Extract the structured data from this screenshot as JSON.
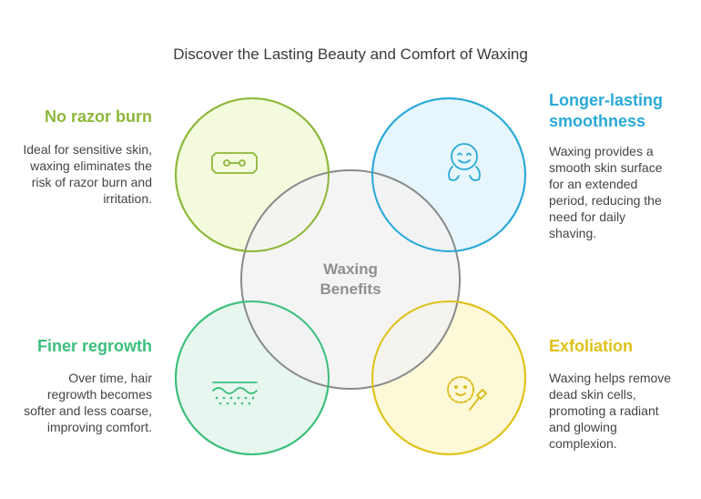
{
  "title": "Discover the Lasting Beauty and Comfort of Waxing",
  "center": {
    "label_line1": "Waxing",
    "label_line2": "Benefits"
  },
  "items": [
    {
      "heading": "No razor burn",
      "description": "Ideal for sensitive skin, waxing eliminates the risk of razor burn and irritation.",
      "icon": "razor-blade-icon",
      "color": "#8cb83a",
      "fill": "#f3fbdc"
    },
    {
      "heading_line1": "Longer-lasting",
      "heading_line2": "smoothness",
      "description": "Waxing provides a smooth skin surface for an extended period, reducing the need for daily shaving.",
      "icon": "happy-face-icon",
      "color": "#2aa9d8",
      "fill": "#e5f6fc"
    },
    {
      "heading": "Finer regrowth",
      "description": "Over time, hair regrowth becomes softer and less coarse, improving comfort.",
      "icon": "skin-hair-icon",
      "color": "#3cbf7c",
      "fill": "#e6f7ee"
    },
    {
      "heading": "Exfoliation",
      "description": "Waxing helps remove dead skin cells, promoting a radiant and glowing complexion.",
      "icon": "face-brush-icon",
      "color": "#e0c21a",
      "fill": "#fdf8d8"
    }
  ]
}
